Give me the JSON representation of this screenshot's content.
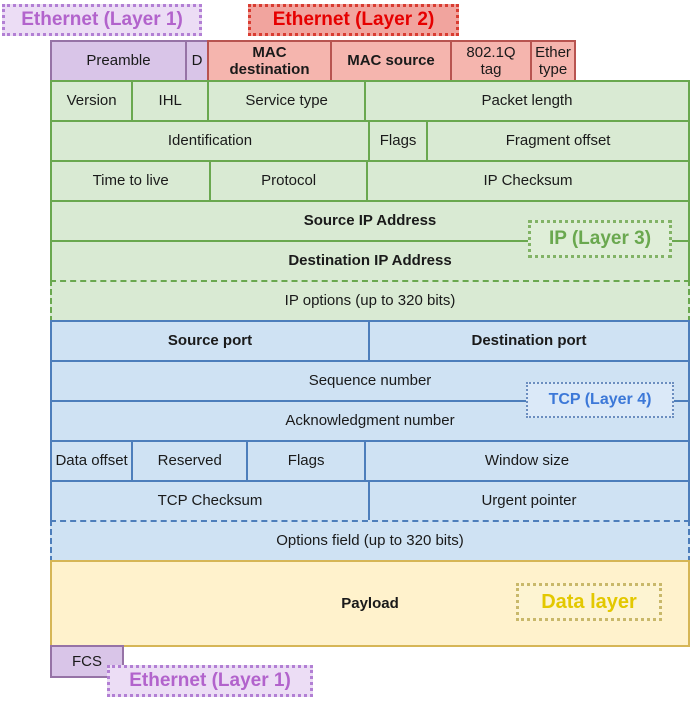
{
  "labels": {
    "eth1_top": "Ethernet (Layer 1)",
    "eth2_top": "Ethernet (Layer 2)",
    "ip_layer": "IP (Layer 3)",
    "tcp_layer": "TCP (Layer 4)",
    "data_layer": "Data layer",
    "eth1_bottom": "Ethernet (Layer 1)"
  },
  "ethernet_header": {
    "preamble": "Preamble",
    "sfd": "D",
    "mac_destination": "MAC destination",
    "mac_source": "MAC source",
    "dot1q_tag": "802.1Q tag",
    "ether_type": "Ether type"
  },
  "ip_section": {
    "version": "Version",
    "ihl": "IHL",
    "service_type": "Service type",
    "packet_length": "Packet length",
    "identification": "Identification",
    "flags": "Flags",
    "fragment_offset": "Fragment offset",
    "time_to_live": "Time to live",
    "protocol": "Protocol",
    "checksum": "IP Checksum",
    "source_ip": "Source IP Address",
    "destination_ip": "Destination IP Address",
    "options": "IP options (up to 320 bits)"
  },
  "tcp_section": {
    "source_port": "Source port",
    "destination_port": "Destination port",
    "sequence_number": "Sequence number",
    "ack_number": "Acknowledgment number",
    "data_offset": "Data offset",
    "reserved": "Reserved",
    "flags": "Flags",
    "window_size": "Window size",
    "checksum": "TCP Checksum",
    "urgent_pointer": "Urgent pointer",
    "options": "Options field (up to 320 bits)"
  },
  "data_section": {
    "payload": "Payload"
  },
  "trailer": {
    "fcs": "FCS"
  },
  "colors": {
    "purple_fill": "#d9c5e8",
    "purple_border": "#9673a6",
    "purple_label_text": "#b263cc",
    "red_fill": "#f5b5ae",
    "red_border": "#b85450",
    "red_label_text": "#e60000",
    "green_fill": "#d9ead3",
    "green_border": "#6aa84f",
    "blue_fill": "#cfe2f3",
    "blue_border": "#4d7ebb",
    "tcp_label_text": "#3c78d8",
    "yellow_fill": "#fff2cc",
    "yellow_border": "#d6b656",
    "data_label_text": "#e3c800"
  }
}
